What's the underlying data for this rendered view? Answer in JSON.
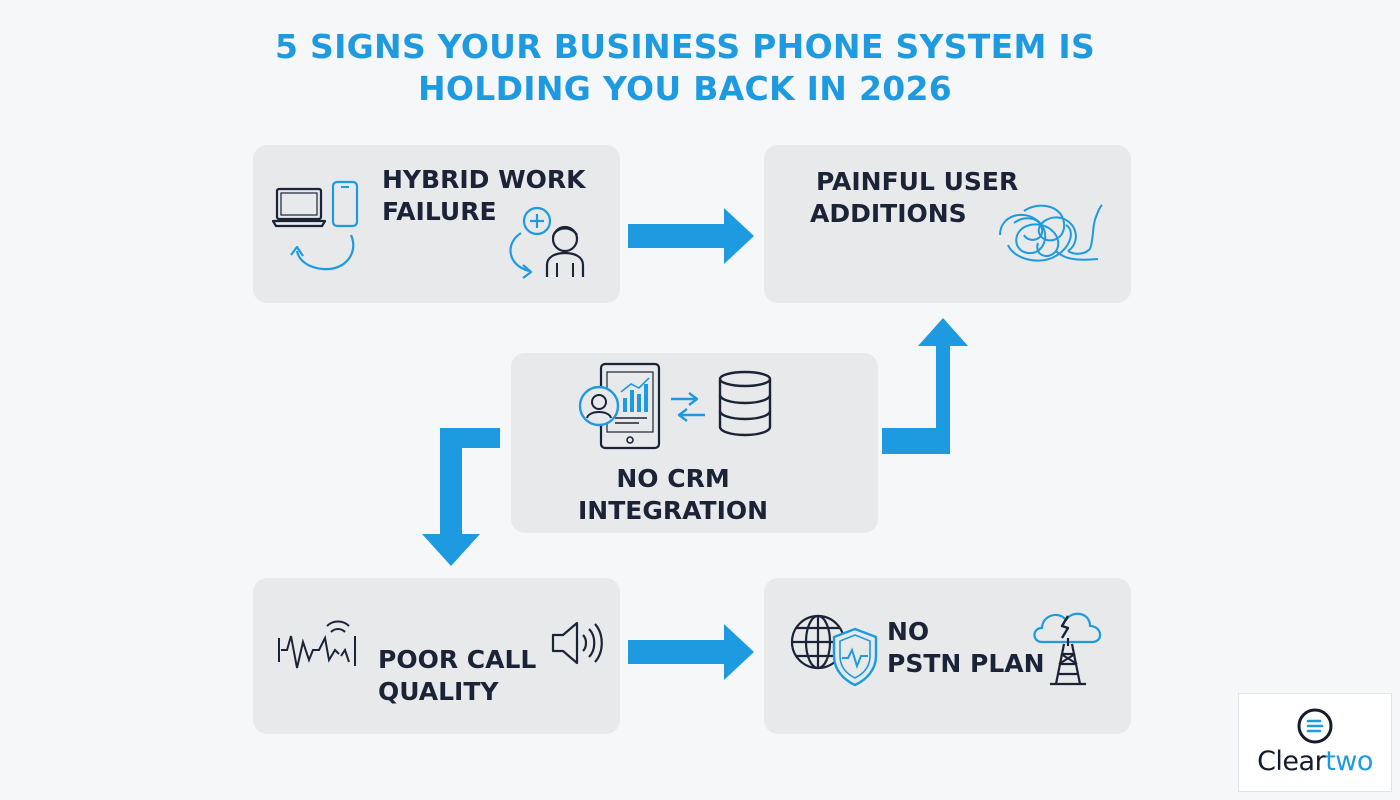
{
  "title": {
    "line1": "5 SIGNS YOUR BUSINESS PHONE SYSTEM IS",
    "line2": "HOLDING YOU BACK IN 2026"
  },
  "cards": {
    "hybrid": {
      "line1": "HYBRID WORK",
      "line2": "FAILURE"
    },
    "users": {
      "line1": "PAINFUL USER",
      "line2": "ADDITIONS"
    },
    "crm": {
      "line1": "NO CRM",
      "line2": "INTEGRATION"
    },
    "quality": {
      "line1": "POOR CALL",
      "line2": "QUALITY"
    },
    "pstn": {
      "line1": "NO",
      "line2": "PSTN PLAN"
    }
  },
  "logo": {
    "brand_part1": "Clear",
    "brand_part2": "two"
  },
  "colors": {
    "accent": "#1e9be0",
    "navy": "#1b2336",
    "card": "#e7e9eb",
    "background": "#f6f7f8"
  },
  "icons": {
    "hybrid": [
      "laptop-icon",
      "smartphone-icon",
      "sync-arrow-icon",
      "add-user-icon"
    ],
    "users": [
      "tangled-knot-icon"
    ],
    "crm": [
      "tablet-dashboard-icon",
      "swap-arrows-icon",
      "database-icon"
    ],
    "quality": [
      "broken-waveform-icon",
      "speaker-icon"
    ],
    "pstn": [
      "globe-icon",
      "shield-pulse-icon",
      "broken-cloud-tower-icon"
    ]
  }
}
